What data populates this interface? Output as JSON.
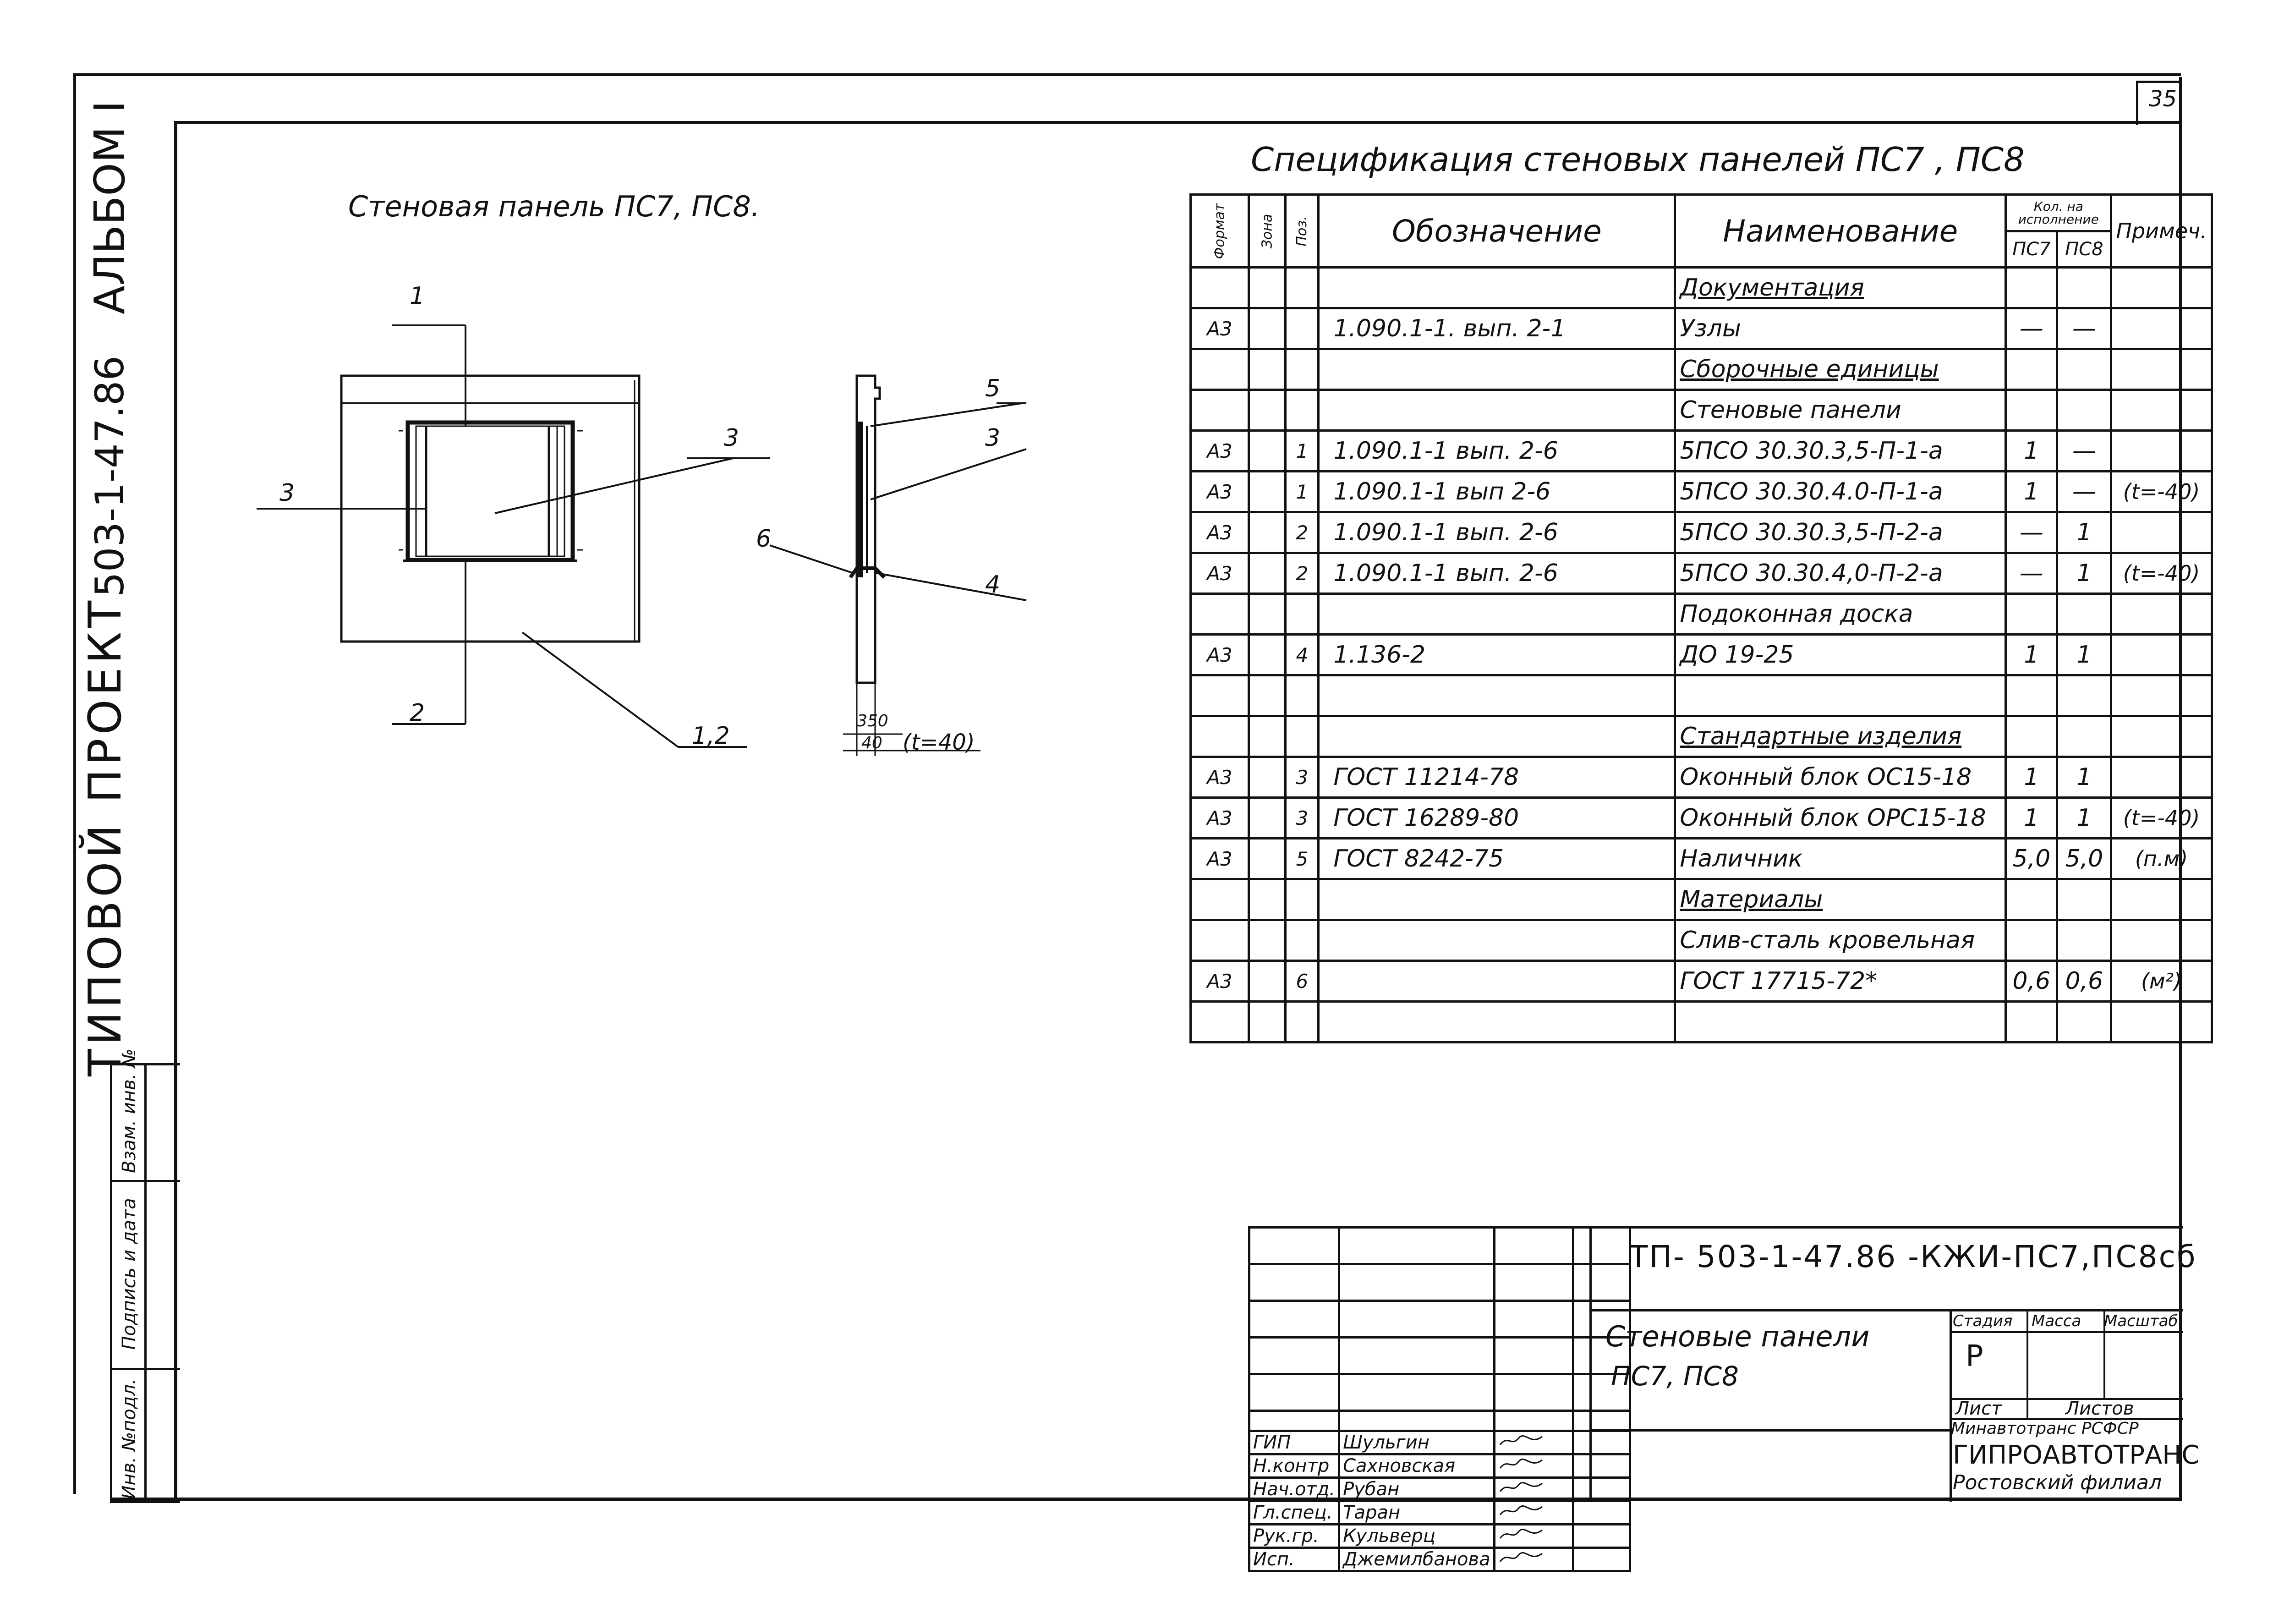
{
  "page_number": "35",
  "side_title": {
    "album": "АЛЬБОМ I",
    "project_code": "503-1-47.86",
    "project_label": "ТИПОВОЙ ПРОЕКТ"
  },
  "side_stamp": {
    "inv_original": "Инв. №подл.",
    "signature_date": "Подпись и дата",
    "replace_inv": "Взам. инв. №"
  },
  "drawing_title": "Стеновая панель ПС7, ПС8.",
  "callouts": {
    "c1": "1",
    "c2": "2",
    "c3_left": "3",
    "c3_center": "3",
    "c12": "1,2",
    "c5": "5",
    "c3_section": "3",
    "c6": "6",
    "c4": "4",
    "dim1": "350",
    "dim2": "40",
    "dim_note": "(t=40)"
  },
  "spec_title": "Спецификация стеновых панелей ПС7 , ПС8",
  "spec_headers": {
    "format": "Формат",
    "zone": "Зона",
    "pos": "Поз.",
    "designation": "Обозначение",
    "name": "Наименование",
    "qty_group": "Кол. на исполнение",
    "qty_pc7": "ПС7",
    "qty_pc8": "ПС8",
    "note": "Примеч."
  },
  "spec_rows": [
    {
      "format": "",
      "zone": "",
      "pos": "",
      "designation": "",
      "name": "Документация",
      "name_underline": true,
      "q1": "",
      "q2": "",
      "note": ""
    },
    {
      "format": "А3",
      "zone": "",
      "pos": "",
      "designation": "1.090.1-1.  вып. 2-1",
      "name": "Узлы",
      "name_underline": false,
      "q1": "—",
      "q2": "—",
      "note": ""
    },
    {
      "format": "",
      "zone": "",
      "pos": "",
      "designation": "",
      "name": "Сборочные единицы",
      "name_underline": true,
      "q1": "",
      "q2": "",
      "note": ""
    },
    {
      "format": "",
      "zone": "",
      "pos": "",
      "designation": "",
      "name": "Стеновые панели",
      "name_underline": false,
      "q1": "",
      "q2": "",
      "note": ""
    },
    {
      "format": "А3",
      "zone": "",
      "pos": "1",
      "designation": "1.090.1-1   вып. 2-6",
      "name": "5ПСО 30.30.3,5-П-1-а",
      "name_underline": false,
      "q1": "1",
      "q2": "—",
      "note": ""
    },
    {
      "format": "А3",
      "zone": "",
      "pos": "1",
      "designation": "1.090.1-1   вып 2-6",
      "name": "5ПСО 30.30.4.0-П-1-а",
      "name_underline": false,
      "q1": "1",
      "q2": "—",
      "note": "(t=-40)"
    },
    {
      "format": "А3",
      "zone": "",
      "pos": "2",
      "designation": "1.090.1-1   вып. 2-6",
      "name": "5ПСО 30.30.3,5-П-2-а",
      "name_underline": false,
      "q1": "—",
      "q2": "1",
      "note": ""
    },
    {
      "format": "А3",
      "zone": "",
      "pos": "2",
      "designation": "1.090.1-1   вып. 2-6",
      "name": "5ПСО 30.30.4,0-П-2-а",
      "name_underline": false,
      "q1": "—",
      "q2": "1",
      "note": "(t=-40)"
    },
    {
      "format": "",
      "zone": "",
      "pos": "",
      "designation": "",
      "name": "Подоконная доска",
      "name_underline": false,
      "q1": "",
      "q2": "",
      "note": ""
    },
    {
      "format": "А3",
      "zone": "",
      "pos": "4",
      "designation": "1.136-2",
      "name": "ДО 19-25",
      "name_underline": false,
      "q1": "1",
      "q2": "1",
      "note": ""
    },
    {
      "format": "",
      "zone": "",
      "pos": "",
      "designation": "",
      "name": "",
      "name_underline": false,
      "q1": "",
      "q2": "",
      "note": ""
    },
    {
      "format": "",
      "zone": "",
      "pos": "",
      "designation": "",
      "name": "Стандартные изделия",
      "name_underline": true,
      "q1": "",
      "q2": "",
      "note": ""
    },
    {
      "format": "А3",
      "zone": "",
      "pos": "3",
      "designation": "ГОСТ  11214-78",
      "name": "Оконный блок ОС15-18",
      "name_underline": false,
      "q1": "1",
      "q2": "1",
      "note": ""
    },
    {
      "format": "А3",
      "zone": "",
      "pos": "3",
      "designation": "ГОСТ  16289-80",
      "name": "Оконный блок ОРС15-18",
      "name_underline": false,
      "q1": "1",
      "q2": "1",
      "note": "(t=-40)"
    },
    {
      "format": "А3",
      "zone": "",
      "pos": "5",
      "designation": "ГОСТ  8242-75",
      "name": "Наличник",
      "name_underline": false,
      "q1": "5,0",
      "q2": "5,0",
      "note": "(п.м)"
    },
    {
      "format": "",
      "zone": "",
      "pos": "",
      "designation": "",
      "name": "Материалы",
      "name_underline": true,
      "q1": "",
      "q2": "",
      "note": ""
    },
    {
      "format": "",
      "zone": "",
      "pos": "",
      "designation": "",
      "name": "Слив-сталь кровельная",
      "name_underline": false,
      "q1": "",
      "q2": "",
      "note": ""
    },
    {
      "format": "А3",
      "zone": "",
      "pos": "6",
      "designation": "",
      "name": "ГОСТ  17715-72*",
      "name_underline": false,
      "q1": "0,6",
      "q2": "0,6",
      "note": "(м²)"
    },
    {
      "format": "",
      "zone": "",
      "pos": "",
      "designation": "",
      "name": "",
      "name_underline": false,
      "q1": "",
      "q2": "",
      "note": ""
    }
  ],
  "title_block": {
    "code": "ТП- 503-1-47.86 -КЖИ-ПС7,ПС8сб",
    "object_name_line1": "Стеновые панели",
    "object_name_line2": "ПС7, ПС8",
    "stage_label": "Стадия",
    "mass_label": "Масса",
    "scale_label": "Масштаб",
    "stage_value": "Р",
    "sheet_label": "Лист",
    "sheets_label": "Листов",
    "org_line1": "Минавтотранс РСФСР",
    "org_line2": "ГИПРОАВТОТРАНС",
    "org_line3": "Ростовский филиал",
    "staff": [
      {
        "role": "ГИП",
        "name": "Шульгин"
      },
      {
        "role": "Н.контр",
        "name": "Сахновская"
      },
      {
        "role": "Нач.отд.",
        "name": "Рубан"
      },
      {
        "role": "Гл.спец.",
        "name": "Таран"
      },
      {
        "role": "Рук.гр.",
        "name": "Кульверц"
      },
      {
        "role": "Исп.",
        "name": "Джемилбанова"
      }
    ]
  }
}
